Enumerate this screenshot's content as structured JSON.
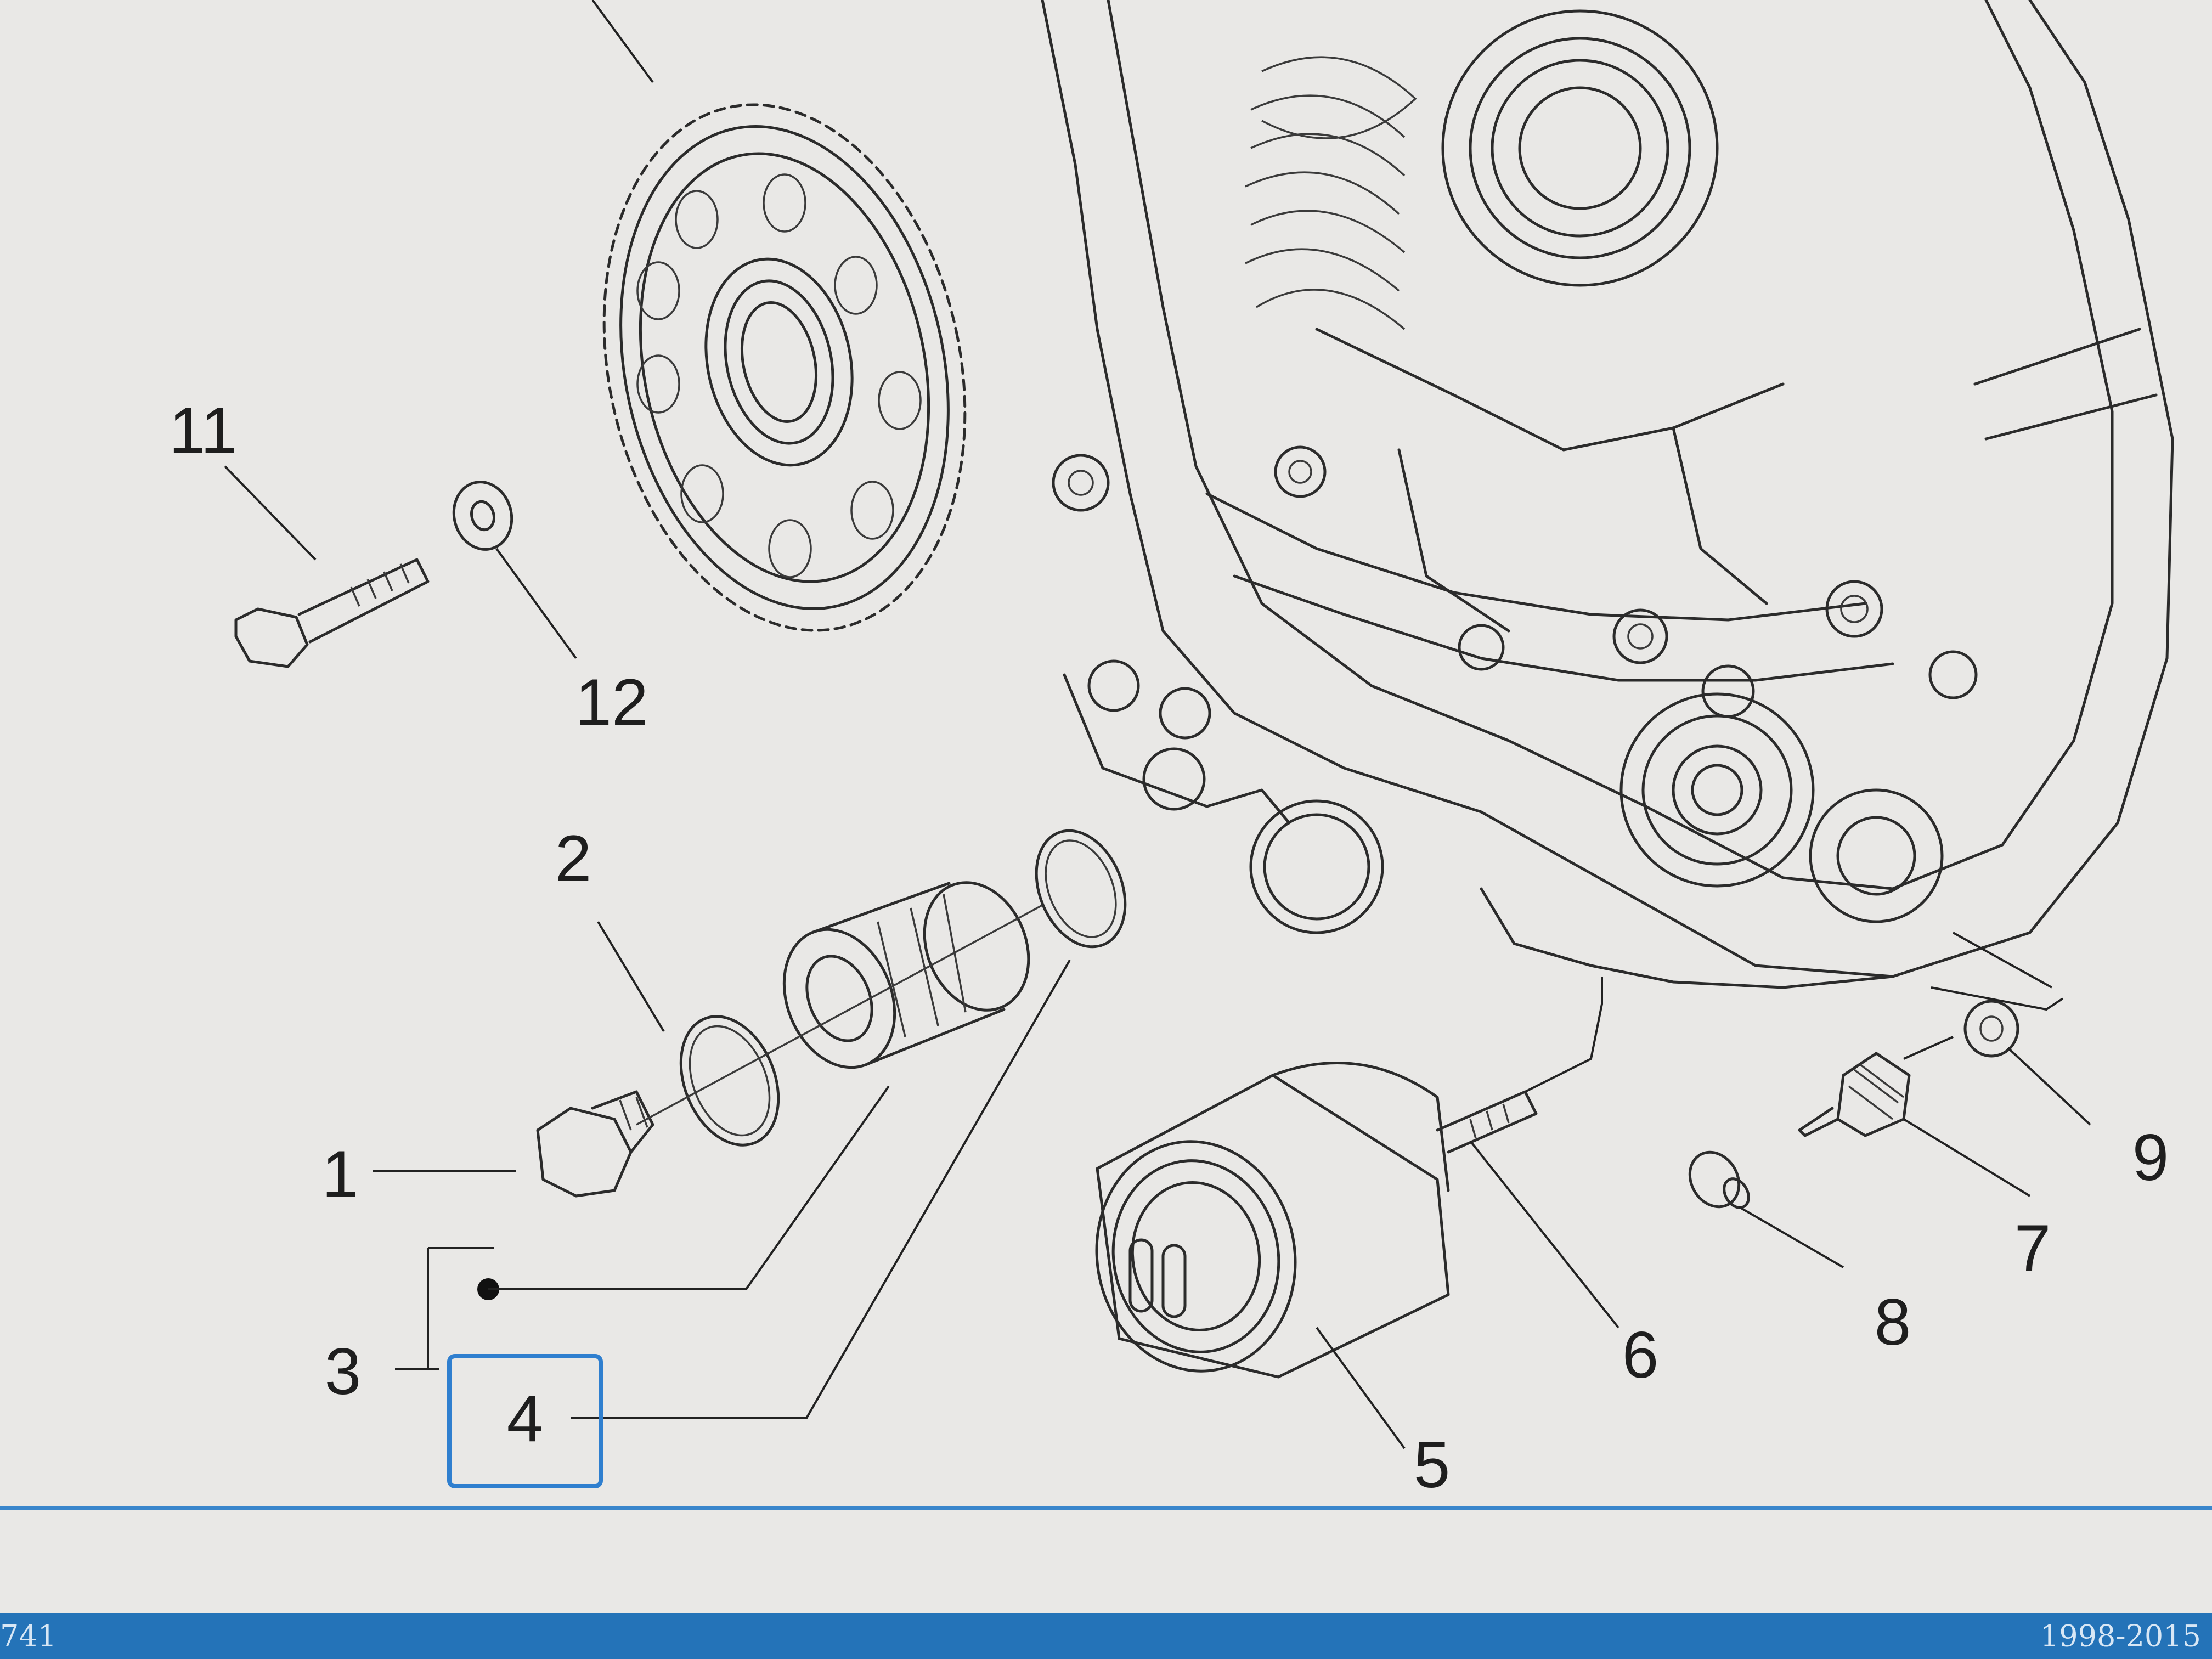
{
  "diagram": {
    "callouts": {
      "c1": "1",
      "c2": "2",
      "c3": "3",
      "c4": "4",
      "c5": "5",
      "c6": "6",
      "c7": "7",
      "c8": "8",
      "c9": "9",
      "c11": "11",
      "c12": "12"
    },
    "selected_callout": "4",
    "highlight_color": "#2f7fcf"
  },
  "status_bar": {
    "left_text": "741",
    "right_text": "1998-2015",
    "background_color": "#2473b8",
    "separator_color": "#3a86cc"
  }
}
